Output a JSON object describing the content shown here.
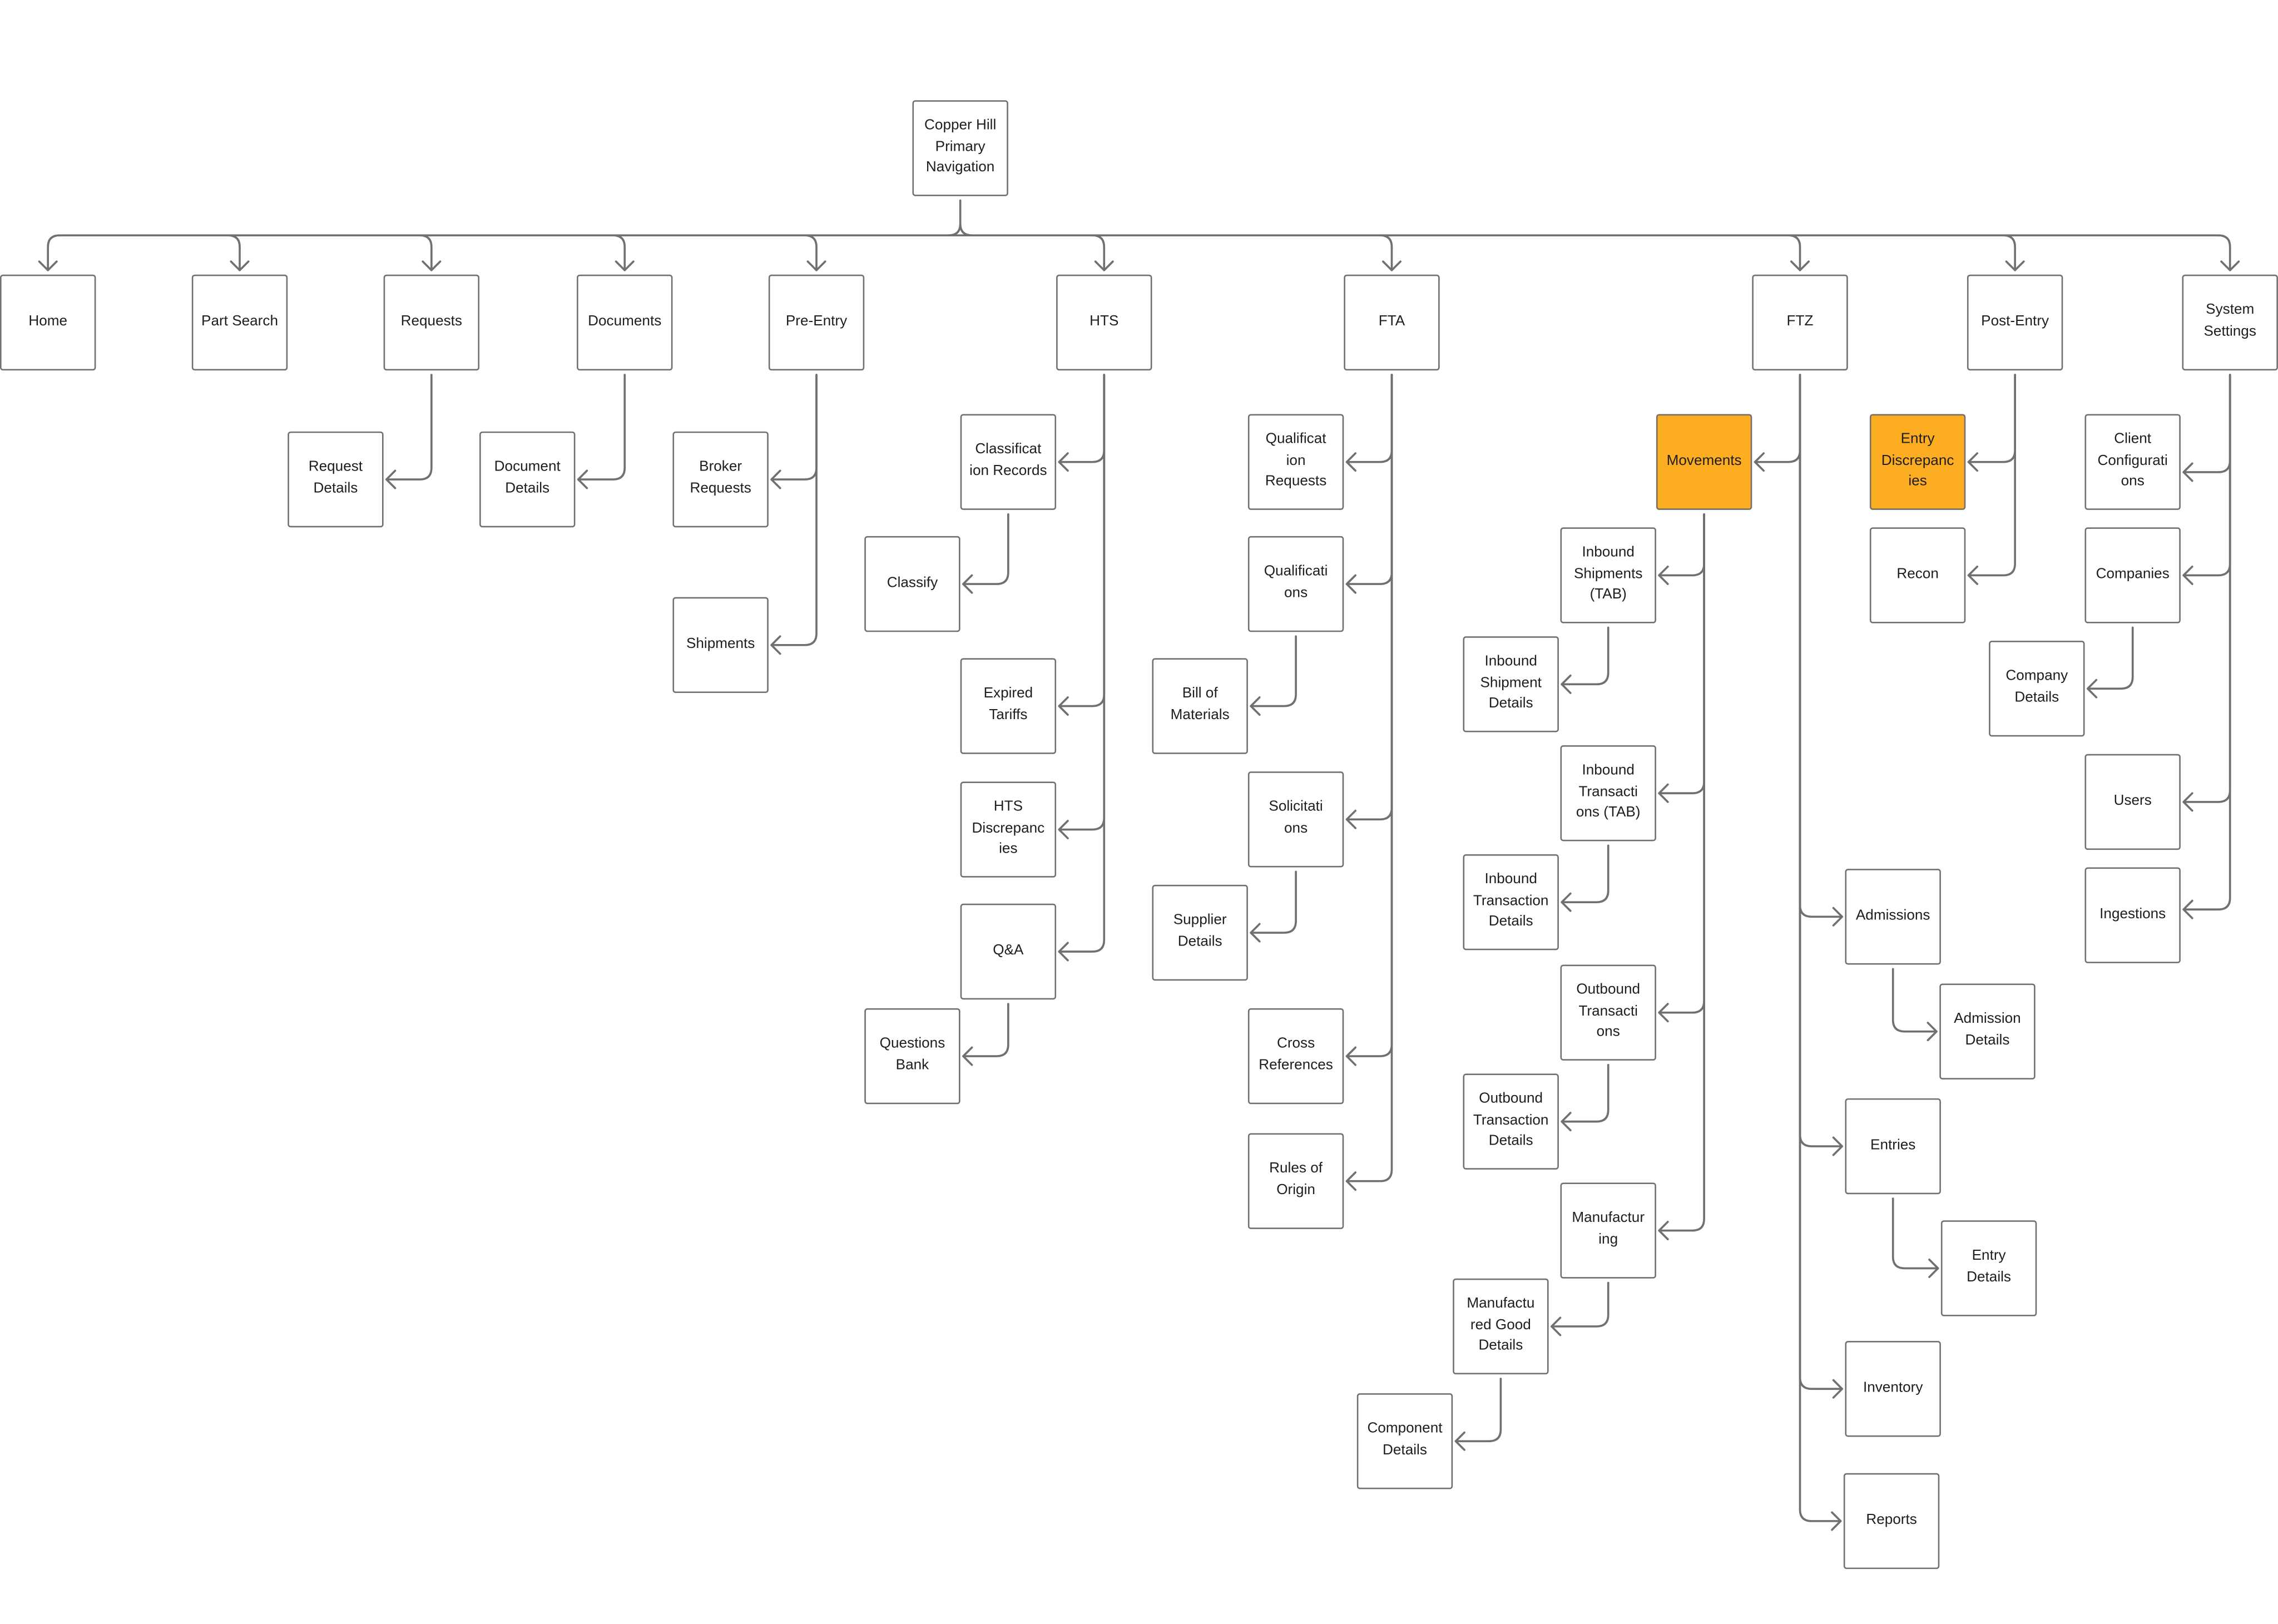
{
  "diagram_title": "Copper Hill Primary Navigation",
  "colors": {
    "highlight": "#fdad22",
    "stroke": "#707070",
    "text": "#1e1e1e"
  },
  "nodes": {
    "root": {
      "label": "Copper Hill Primary Navigation"
    },
    "home": {
      "label": "Home"
    },
    "part_search": {
      "label": "Part Search"
    },
    "requests": {
      "label": "Requests"
    },
    "documents": {
      "label": "Documents"
    },
    "pre_entry": {
      "label": "Pre-Entry"
    },
    "hts": {
      "label": "HTS"
    },
    "fta": {
      "label": "FTA"
    },
    "ftz": {
      "label": "FTZ"
    },
    "post_entry": {
      "label": "Post-Entry"
    },
    "system_settings": {
      "label": "System Settings"
    },
    "request_details": {
      "label": "Request Details"
    },
    "document_details": {
      "label": "Document Details"
    },
    "broker_requests": {
      "label": "Broker Requests"
    },
    "shipments": {
      "label": "Shipments"
    },
    "classification_records": {
      "label": "Classificat ion Records"
    },
    "classify": {
      "label": "Classify"
    },
    "expired_tariffs": {
      "label": "Expired Tariffs"
    },
    "hts_discrepancies": {
      "label": "HTS Discrepanc ies"
    },
    "qa": {
      "label": "Q&A"
    },
    "questions_bank": {
      "label": "Questions Bank"
    },
    "qualification_requests": {
      "label": "Qualificat ion Requests"
    },
    "qualifications": {
      "label": "Qualificati ons"
    },
    "bill_of_materials": {
      "label": "Bill of Materials"
    },
    "solicitations": {
      "label": "Solicitati ons"
    },
    "supplier_details": {
      "label": "Supplier Details"
    },
    "cross_references": {
      "label": "Cross References"
    },
    "rules_of_origin": {
      "label": "Rules of Origin"
    },
    "movements": {
      "label": "Movements",
      "highlighted": true
    },
    "inbound_shipments_tab": {
      "label": "Inbound Shipments (TAB)"
    },
    "inbound_shipment_details": {
      "label": "Inbound Shipment Details"
    },
    "inbound_transactions_tab": {
      "label": "Inbound Transacti ons (TAB)"
    },
    "inbound_transaction_details": {
      "label": "Inbound Transaction Details"
    },
    "outbound_transactions": {
      "label": "Outbound Transacti ons"
    },
    "outbound_transaction_details": {
      "label": "Outbound Transaction Details"
    },
    "manufacturing": {
      "label": "Manufactur ing"
    },
    "manufactured_good_details": {
      "label": "Manufactu red Good Details"
    },
    "component_details": {
      "label": "Component Details"
    },
    "admissions": {
      "label": "Admissions"
    },
    "admission_details": {
      "label": "Admission Details"
    },
    "entries": {
      "label": "Entries"
    },
    "entry_details": {
      "label": "Entry Details"
    },
    "inventory": {
      "label": "Inventory"
    },
    "reports": {
      "label": "Reports"
    },
    "entry_discrepancies": {
      "label": "Entry Discrepanc ies",
      "highlighted": true
    },
    "recon": {
      "label": "Recon"
    },
    "client_configurations": {
      "label": "Client Configurati ons"
    },
    "companies": {
      "label": "Companies"
    },
    "company_details": {
      "label": "Company Details"
    },
    "users": {
      "label": "Users"
    },
    "ingestions": {
      "label": "Ingestions"
    }
  }
}
